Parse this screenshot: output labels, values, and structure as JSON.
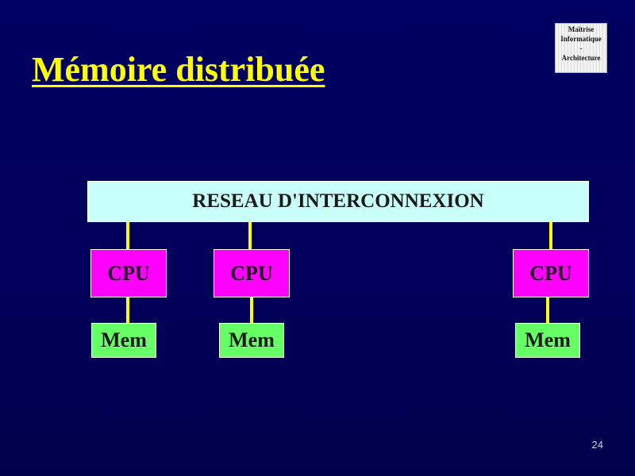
{
  "slide": {
    "title": "Mémoire distribuée",
    "page_number": "24"
  },
  "logo": {
    "line1": "Maîtrise",
    "line2": "Informatique",
    "line3": "-",
    "line4": "Architecture"
  },
  "diagram": {
    "network_label": "RESEAU D'INTERCONNEXION",
    "nodes": [
      {
        "cpu": "CPU",
        "mem": "Mem"
      },
      {
        "cpu": "CPU",
        "mem": "Mem"
      },
      {
        "cpu": "CPU",
        "mem": "Mem"
      }
    ]
  },
  "colors": {
    "title": "#ffff00",
    "network": "#c8fff8",
    "cpu": "#ff00ff",
    "mem": "#66ff66",
    "link": "#ffff00"
  }
}
